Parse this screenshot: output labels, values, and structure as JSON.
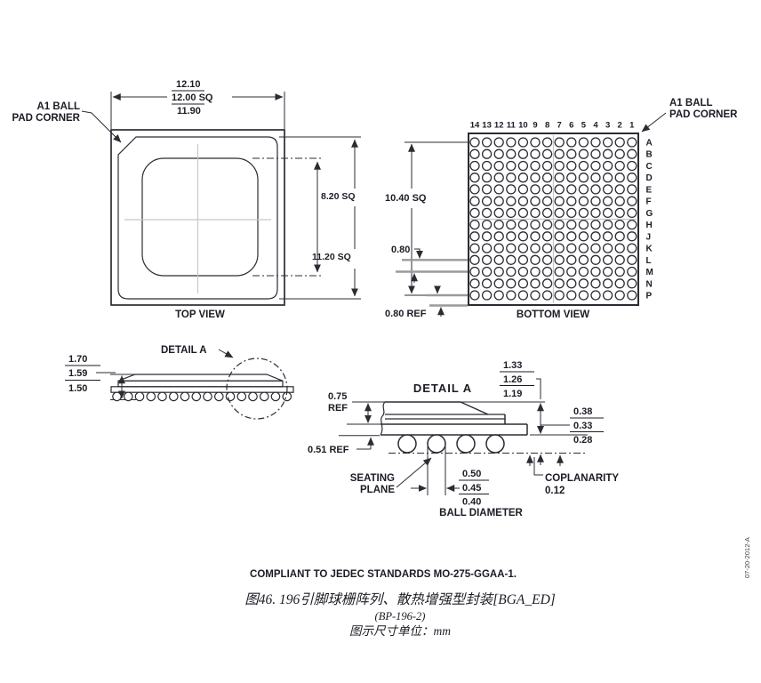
{
  "top_view": {
    "caption": "TOP VIEW",
    "corner_label": [
      "A1 BALL",
      "PAD CORNER"
    ],
    "dim_outer": [
      "12.10",
      "12.00 SQ",
      "11.90"
    ],
    "dim_lid": "8.20 SQ",
    "dim_inner": "11.20 SQ"
  },
  "bottom_view": {
    "caption": "BOTTOM VIEW",
    "corner_label": [
      "A1 BALL",
      "PAD CORNER"
    ],
    "dim_grid": "10.40 SQ",
    "dim_pitch": "0.80",
    "dim_edge": "0.80 REF",
    "cols": 14,
    "rows": 14,
    "col_labels": [
      "14",
      "13",
      "12",
      "11",
      "10",
      "9",
      "8",
      "7",
      "6",
      "5",
      "4",
      "3",
      "2",
      "1"
    ],
    "row_labels": [
      "A",
      "B",
      "C",
      "D",
      "E",
      "F",
      "G",
      "H",
      "J",
      "K",
      "L",
      "M",
      "N",
      "P"
    ]
  },
  "side_view": {
    "detail_callout": "DETAIL A",
    "dim_height": [
      "1.70",
      "1.59",
      "1.50"
    ],
    "ball_count": 16
  },
  "detail_a": {
    "title": "DETAIL  A",
    "dim_top": [
      "1.33",
      "1.26",
      "1.19"
    ],
    "dim_standoff": [
      "0.38",
      "0.33",
      "0.28"
    ],
    "dim_ball": [
      "0.50",
      "0.45",
      "0.40"
    ],
    "lid_ref": [
      "0.75",
      "REF"
    ],
    "substrate_ref": "0.51 REF",
    "seating_plane": [
      "SEATING",
      "PLANE"
    ],
    "coplanarity": [
      "COPLANARITY",
      "0.12"
    ],
    "ball_label": "BALL DIAMETER",
    "ball_count": 4
  },
  "footer": {
    "jedec": "COMPLIANT TO JEDEC STANDARDS MO-275-GGAA-1.",
    "figure": "图46. 196引脚球栅阵列、散热增强型封装[BGA_ED]",
    "code": "(BP-196-2)",
    "units": "图示尺寸单位：mm",
    "revision": "07-20-2012-A"
  },
  "colors": {
    "line": "#2b2b33",
    "text": "#1c1c26",
    "crosshair": "#c6c6c6",
    "gray_extension": "#9a9a9a",
    "background": "#ffffff"
  }
}
